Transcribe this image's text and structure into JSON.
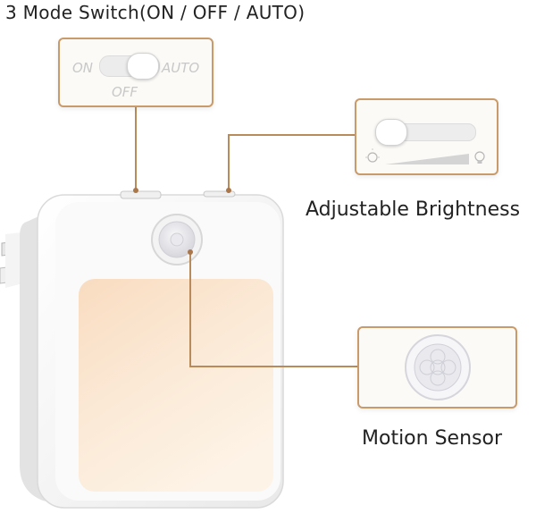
{
  "header": {
    "title": "3 Mode Switch(ON / OFF / AUTO)"
  },
  "switch_callout": {
    "on_label": "ON",
    "auto_label": "AUTO",
    "off_label": "OFF"
  },
  "brightness_callout": {
    "label": "Adjustable Brightness"
  },
  "sensor_callout": {
    "label": "Motion Sensor"
  },
  "colors": {
    "accent_line": "#b98a5a",
    "callout_border": "#c99a6a",
    "light_panel": "#fbe7cf"
  },
  "icons": [
    "bulb-dim-icon",
    "bulb-bright-icon",
    "motion-sensor-icon"
  ]
}
